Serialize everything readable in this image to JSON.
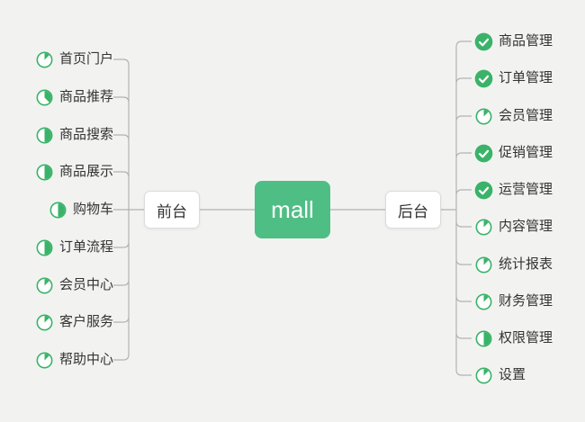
{
  "root": {
    "label": "mall"
  },
  "branches": {
    "front": {
      "label": "前台",
      "items": [
        {
          "label": "首页门户",
          "icon": "progress-pie",
          "progress": 0.125
        },
        {
          "label": "商品推荐",
          "icon": "progress-pie",
          "progress": 0.375
        },
        {
          "label": "商品搜索",
          "icon": "progress-pie",
          "progress": 0.5
        },
        {
          "label": "商品展示",
          "icon": "progress-pie",
          "progress": 0.5
        },
        {
          "label": "购物车",
          "icon": "progress-pie",
          "progress": 0.5
        },
        {
          "label": "订单流程",
          "icon": "progress-pie",
          "progress": 0.5
        },
        {
          "label": "会员中心",
          "icon": "progress-pie",
          "progress": 0.125
        },
        {
          "label": "客户服务",
          "icon": "progress-pie",
          "progress": 0.125
        },
        {
          "label": "帮助中心",
          "icon": "progress-pie",
          "progress": 0.125
        }
      ]
    },
    "back": {
      "label": "后台",
      "items": [
        {
          "label": "商品管理",
          "icon": "check"
        },
        {
          "label": "订单管理",
          "icon": "check"
        },
        {
          "label": "会员管理",
          "icon": "progress-pie",
          "progress": 0.125
        },
        {
          "label": "促销管理",
          "icon": "check"
        },
        {
          "label": "运营管理",
          "icon": "check"
        },
        {
          "label": "内容管理",
          "icon": "progress-pie",
          "progress": 0.125
        },
        {
          "label": "统计报表",
          "icon": "progress-pie",
          "progress": 0.125
        },
        {
          "label": "财务管理",
          "icon": "progress-pie",
          "progress": 0.125
        },
        {
          "label": "权限管理",
          "icon": "progress-pie",
          "progress": 0.5
        },
        {
          "label": "设置",
          "icon": "progress-pie",
          "progress": 0.125
        }
      ]
    }
  },
  "colors": {
    "background": "#f2f3f1",
    "root_node_green": "#4ebe85",
    "icon_green": "#3ab369",
    "line_gray": "#b2b2b2",
    "text": "#333333"
  }
}
